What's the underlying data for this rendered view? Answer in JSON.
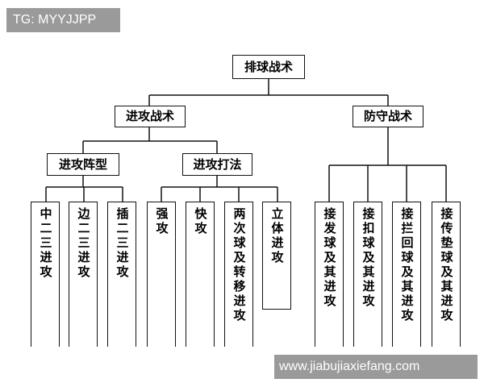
{
  "watermarks": {
    "top_left": "TG: MYYJJPP",
    "bottom_right": "www.jiabujiaxiefang.com"
  },
  "tree": {
    "root": "排球战术",
    "offense": {
      "label": "进攻战术",
      "formation": {
        "label": "进攻阵型",
        "items": [
          "中二三进攻",
          "边二三进攻",
          "插二三进攻"
        ]
      },
      "methods": {
        "label": "进攻打法",
        "items": [
          "强攻",
          "快攻",
          "两次球及转移进攻",
          "立体进攻"
        ]
      }
    },
    "defense": {
      "label": "防守战术",
      "items": [
        "接发球及其进攻",
        "接扣球及其进攻",
        "接拦回球及其进攻",
        "接传垫球及其进攻"
      ]
    }
  },
  "colors": {
    "line": "#111111",
    "watermark_bg": "#9a9a9a",
    "watermark_text": "#ffffff"
  }
}
